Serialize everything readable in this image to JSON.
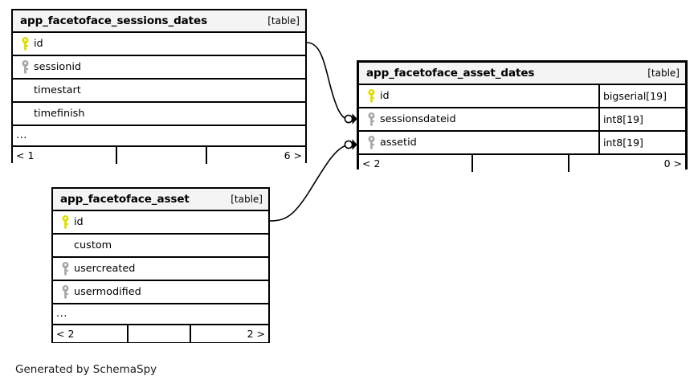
{
  "diagram": {
    "tool": "SchemaSpy",
    "caption": "Generated by SchemaSpy",
    "kind_label": "[table]",
    "ellipsis": "...",
    "colors": {
      "primary_key_icon": "#dede00",
      "foreign_key_icon": "#a8a8a8",
      "table_border": "#000000",
      "header_background": "#f4f4f4",
      "canvas_background": "#ffffff",
      "text": "#000000"
    }
  },
  "tables": [
    {
      "id": "app_facetoface_sessions_dates",
      "name": "app_facetoface_sessions_dates",
      "kind": "[table]",
      "focus": false,
      "columns": [
        {
          "name": "id",
          "key": "primary",
          "type": ""
        },
        {
          "name": "sessionid",
          "key": "foreign",
          "type": ""
        },
        {
          "name": "timestart",
          "key": "none",
          "type": ""
        },
        {
          "name": "timefinish",
          "key": "none",
          "type": ""
        }
      ],
      "has_more": true,
      "footer": {
        "left": "< 1",
        "middle": "",
        "right": "6 >"
      }
    },
    {
      "id": "app_facetoface_asset_dates",
      "name": "app_facetoface_asset_dates",
      "kind": "[table]",
      "focus": true,
      "columns": [
        {
          "name": "id",
          "key": "primary",
          "type": "bigserial[19]"
        },
        {
          "name": "sessionsdateid",
          "key": "foreign",
          "type": "int8[19]"
        },
        {
          "name": "assetid",
          "key": "foreign",
          "type": "int8[19]"
        }
      ],
      "has_more": false,
      "footer": {
        "left": "< 2",
        "middle": "",
        "right": "0 >"
      }
    },
    {
      "id": "app_facetoface_asset",
      "name": "app_facetoface_asset",
      "kind": "[table]",
      "focus": false,
      "columns": [
        {
          "name": "id",
          "key": "primary",
          "type": ""
        },
        {
          "name": "custom",
          "key": "none",
          "type": ""
        },
        {
          "name": "usercreated",
          "key": "foreign",
          "type": ""
        },
        {
          "name": "usermodified",
          "key": "foreign",
          "type": ""
        }
      ],
      "has_more": true,
      "footer": {
        "left": "< 2",
        "middle": "",
        "right": "2 >"
      }
    }
  ],
  "relationships": [
    {
      "id": "rel-sessionsdateid",
      "from_table": "app_facetoface_sessions_dates",
      "from_column": "id",
      "to_table": "app_facetoface_asset_dates",
      "to_column": "sessionsdateid",
      "source_marker": "none",
      "target_marker": "zero-or-more"
    },
    {
      "id": "rel-assetid",
      "from_table": "app_facetoface_asset",
      "from_column": "id",
      "to_table": "app_facetoface_asset_dates",
      "to_column": "assetid",
      "source_marker": "none",
      "target_marker": "zero-or-more"
    }
  ]
}
